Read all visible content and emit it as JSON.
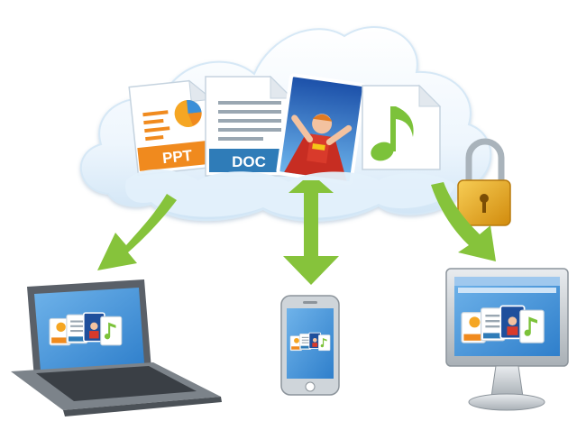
{
  "files": [
    {
      "type": "ppt",
      "label": "PPT",
      "badge_color": "#f08a1e",
      "icon": "pie-chart-icon"
    },
    {
      "type": "doc",
      "label": "DOC",
      "badge_color": "#2f7cb8",
      "icon": "text-lines-icon"
    },
    {
      "type": "photo",
      "icon": "photo-of-child-superhero"
    },
    {
      "type": "music",
      "icon": "music-note-icon",
      "accent_color": "#7cc23a"
    }
  ],
  "colors": {
    "cloud_light": "#f6fbff",
    "cloud_shade": "#cfe6f7",
    "arrow_green": "#86c33b",
    "lock_gold": "#e7a51a",
    "screen_blue": "#3f8fd6"
  },
  "devices": [
    {
      "type": "laptop",
      "icon": "laptop-icon"
    },
    {
      "type": "phone",
      "icon": "smartphone-icon"
    },
    {
      "type": "monitor",
      "icon": "desktop-monitor-icon"
    }
  ]
}
